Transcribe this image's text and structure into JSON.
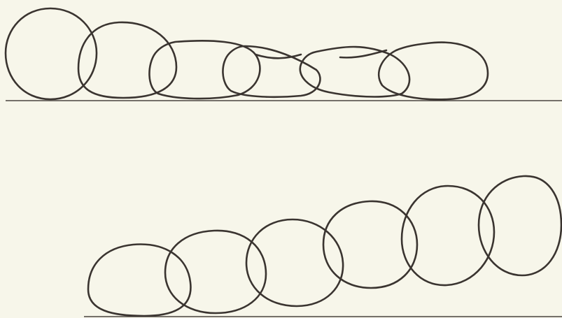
{
  "figure": {
    "background": "#f7f6ea",
    "ink": "#3a3430",
    "panels": [
      {
        "id": "top",
        "description_key": "loop-sequence-rolling-flattening",
        "loop_count": 6,
        "has_ground_line": true
      },
      {
        "id": "bottom",
        "description_key": "loop-sequence-rising",
        "loop_count": 6,
        "has_ground_line": true
      }
    ]
  }
}
